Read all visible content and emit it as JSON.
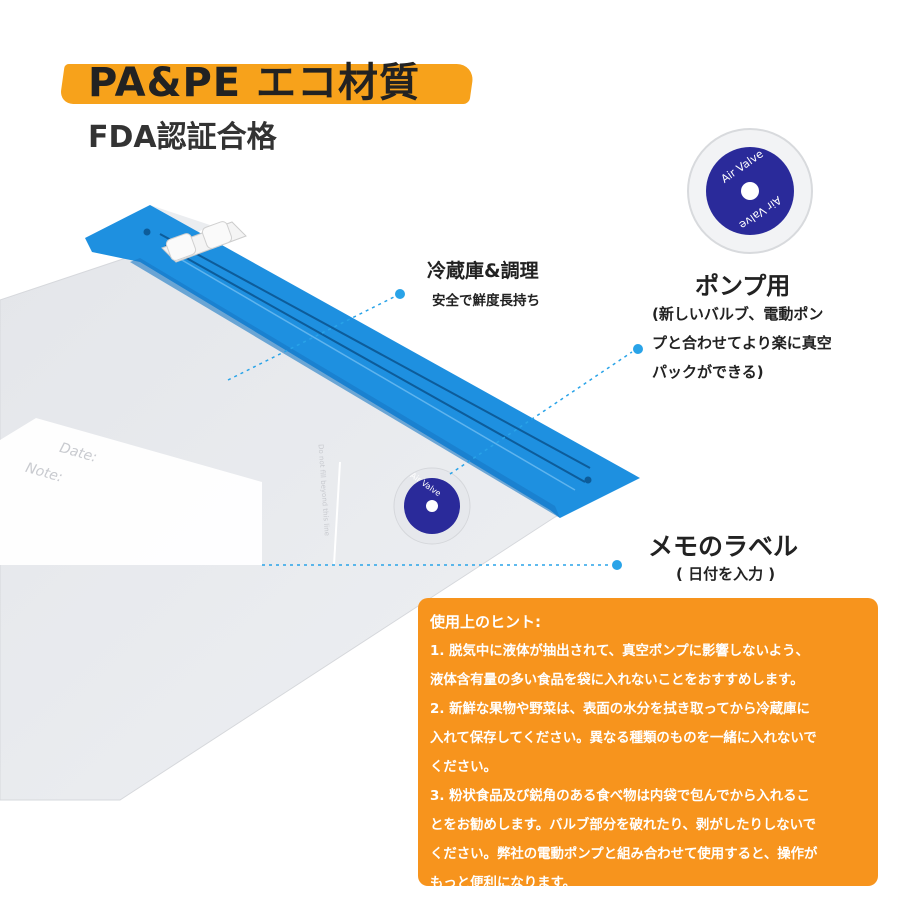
{
  "header": {
    "title": "PA&PE  エコ材質",
    "subtitle": "FDA認証合格"
  },
  "callouts": {
    "fridge": {
      "title": "冷蔵庫&調理",
      "sub": "安全で鮮度長持ち"
    },
    "pump": {
      "title": "ポンプ用",
      "sub_lines": [
        "(新しいバルブ、電動ポン",
        "プと合わせてより楽に真空",
        "パックができる)"
      ]
    },
    "memo": {
      "title": "メモのラベル",
      "sub": "( 日付を入力 )"
    }
  },
  "bag": {
    "label_date": "Date:",
    "label_note": "Note:",
    "valve_text": "Air Valve",
    "fine_print": "Do not fill beyond this line"
  },
  "tips": {
    "heading": "使用上のヒント:",
    "lines": [
      "1. 脱気中に液体が抽出されて、真空ポンプに影響しないよう、",
      "液体含有量の多い食品を袋に入れないことをおすすめします。",
      "2. 新鮮な果物や野菜は、表面の水分を拭き取ってから冷蔵庫に",
      "入れて保存してください。異なる種類のものを一緒に入れないで",
      "ください。",
      "3. 粉状食品及び鋭角のある食べ物は内袋で包んでから入れるこ",
      "とをお勧めします。バルブ部分を破れたり、剥がしたりしないで",
      "ください。弊社の電動ポンプと組み合わせて使用すると、操作が",
      "もっと便利になります。"
    ]
  },
  "colors": {
    "accent_orange": "#f7941d",
    "zipper_blue": "#1e90e0",
    "valve_navy": "#2a2a9a",
    "dot_blue": "#29a3e8"
  }
}
